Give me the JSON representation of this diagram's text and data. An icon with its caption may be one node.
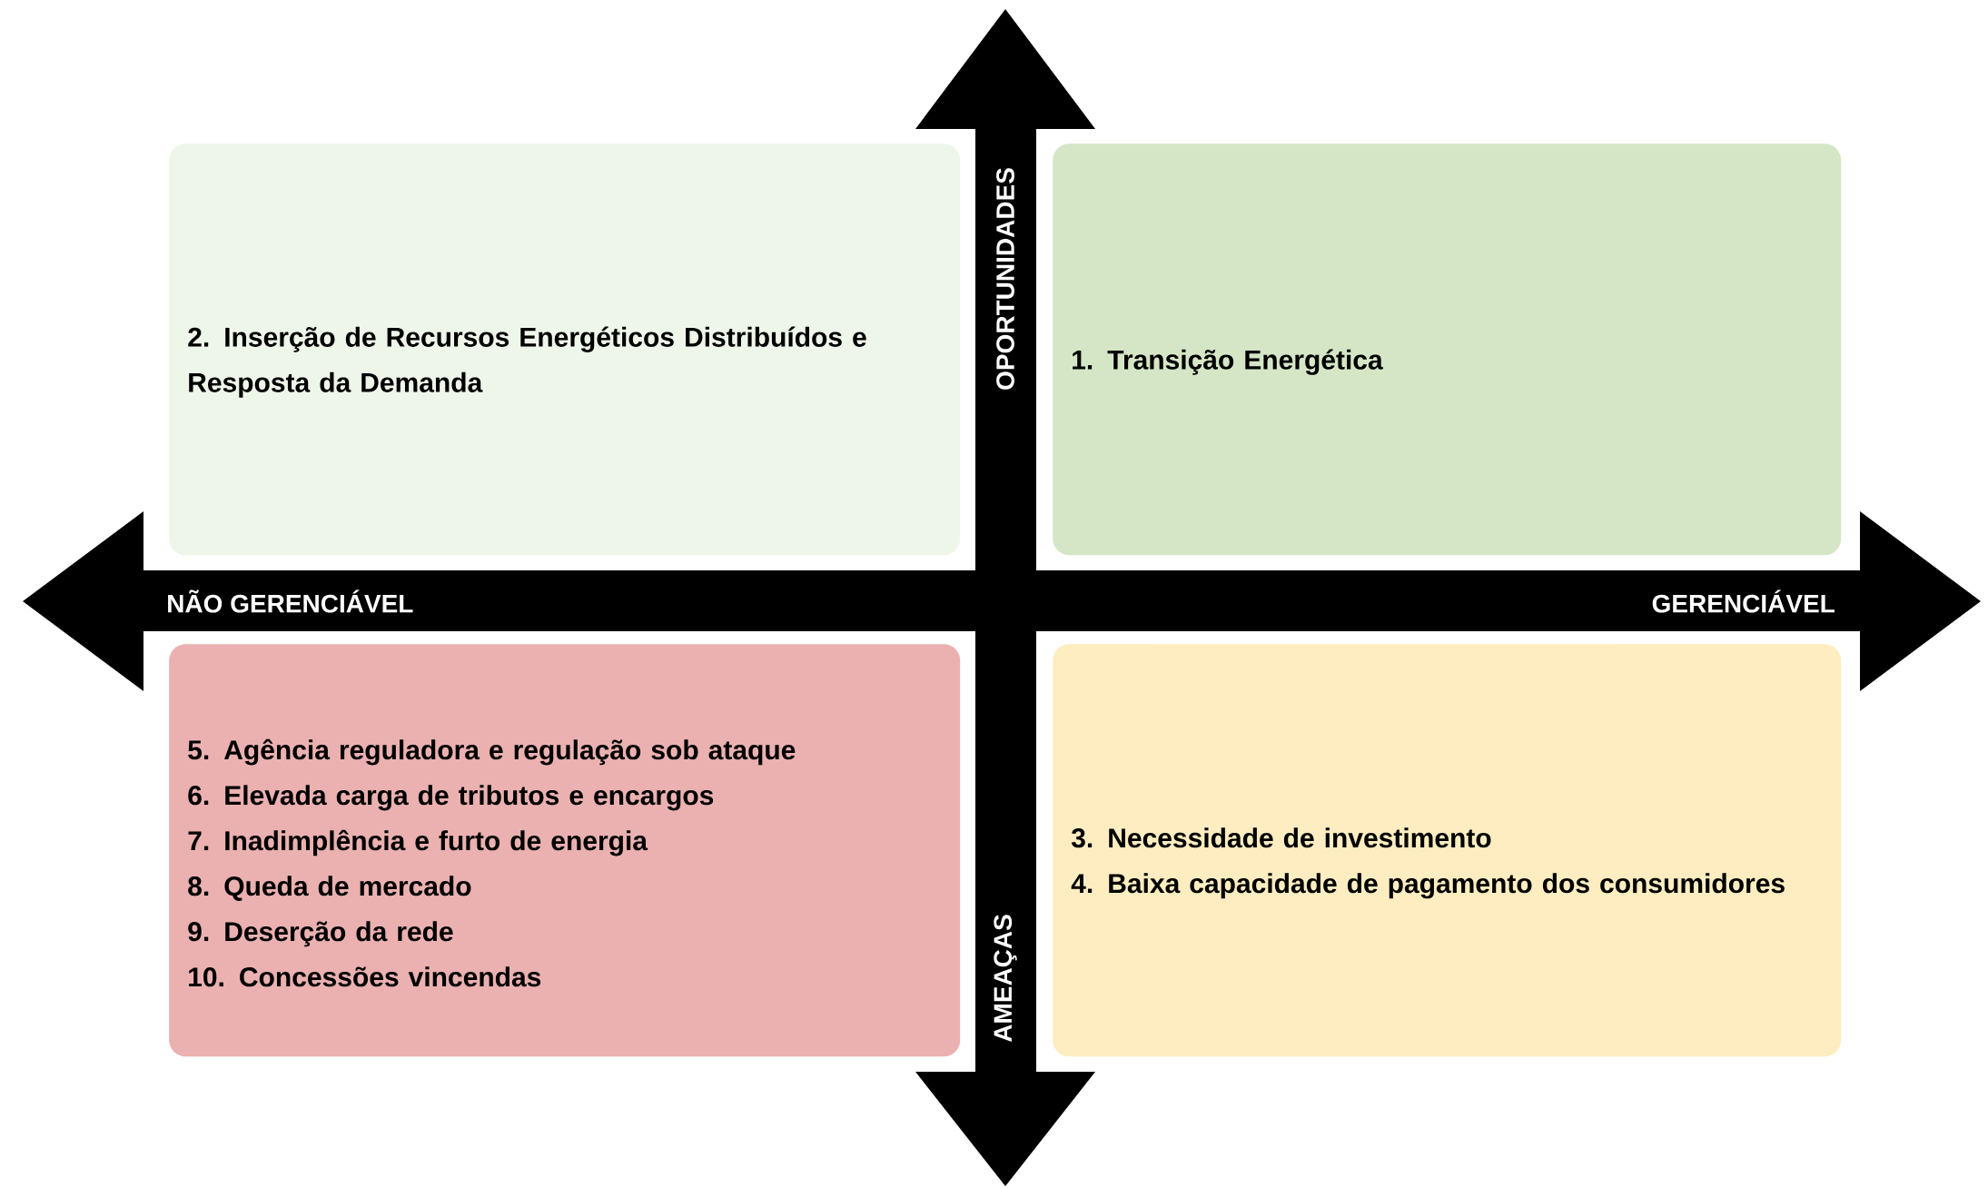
{
  "diagram": {
    "nodes": [
      {
        "text": [
          "2. Inserção de Recursos Energéticos Distribuídos e Resposta da Demanda"
        ]
      },
      {
        "text": [
          "1. Transição Energética"
        ]
      },
      {
        "text": [
          "5. Agência reguladora e regulação sob ataque",
          "6. Elevada carga de tributos e encargos",
          "7. Inadimplência e furto de energia",
          "8. Queda de mercado",
          "9. Deserção da rede",
          "10. Concessões vincendas"
        ]
      },
      {
        "text": [
          "3. Necessidade de investimento",
          "4. Baixa capacidade de pagamento dos consumidores"
        ]
      }
    ],
    "labels": [
      "OPORTUNIDADES",
      "NÃO GERENCIÁVEL",
      "GERENCIÁVEL",
      "AMEAÇAS"
    ]
  }
}
